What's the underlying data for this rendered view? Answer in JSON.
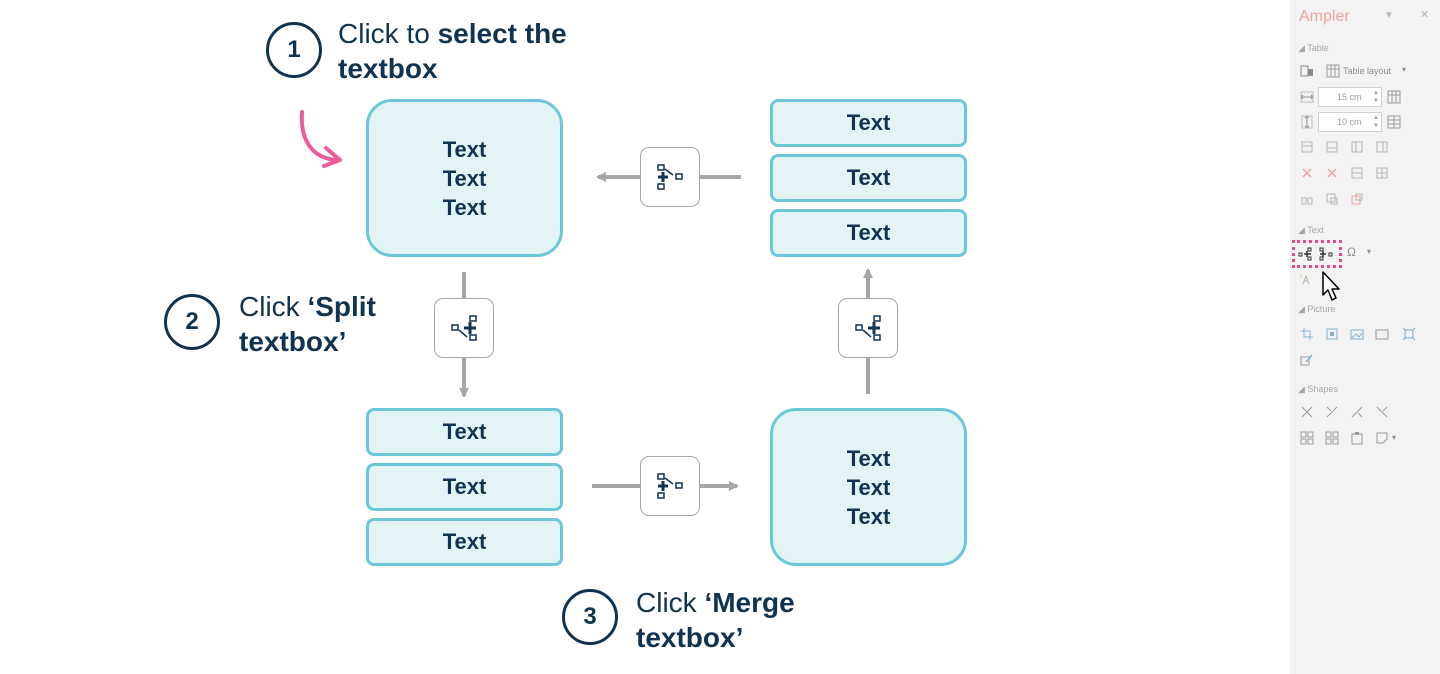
{
  "steps": [
    {
      "number": "1",
      "prefix": "Click to ",
      "bold_line1": "select the",
      "bold_line2": "textbox"
    },
    {
      "number": "2",
      "prefix": "Click ",
      "bold_line1": "‘Split",
      "bold_line2": "textbox’"
    },
    {
      "number": "3",
      "prefix": "Click ",
      "bold_line1": "‘Merge",
      "bold_line2": "textbox’"
    }
  ],
  "boxes": {
    "text": "Text"
  },
  "icons": {
    "split_button": "split-textbox-icon",
    "merge_button": "merge-textbox-icon",
    "pointer": "mouse-pointer-icon",
    "curved_arrow": "curved-arrow-icon"
  },
  "colors": {
    "navy": "#0f3350",
    "box_fill": "#e3f4f6",
    "box_border": "#6cc7d8",
    "arrow": "#a6a6a6",
    "highlight": "#e8488f",
    "panel_title": "#f0a39a"
  },
  "panel": {
    "title": "Ampler",
    "sections": {
      "table": "Table",
      "text": "Text",
      "picture": "Picture",
      "shapes": "Shapes"
    },
    "table_layout_label": "Table layout",
    "width_value": "15 cm",
    "height_value": "10 cm",
    "omega": "Ω"
  }
}
